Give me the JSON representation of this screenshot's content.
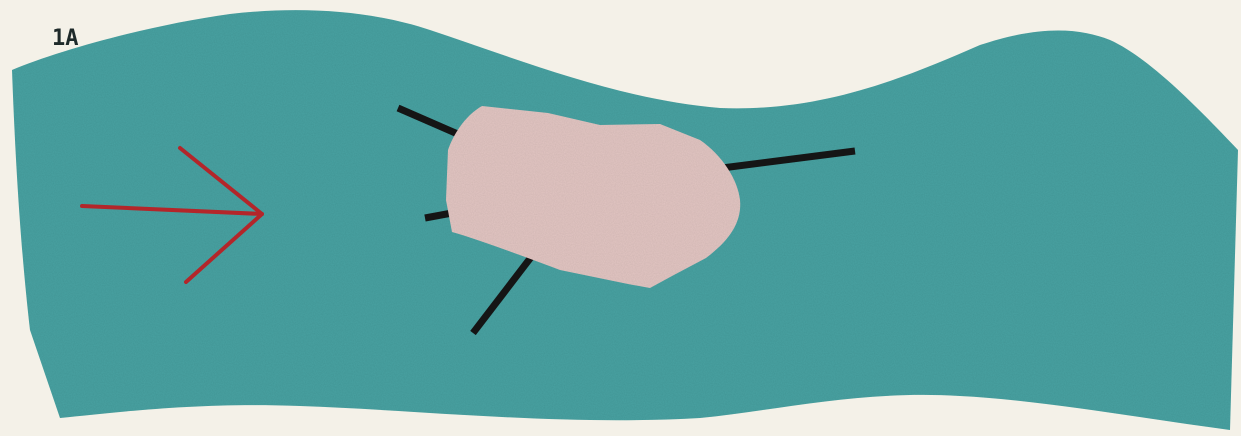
{
  "figure": {
    "label": "1A"
  },
  "colors": {
    "background": "#f4f1e8",
    "strip": "#4aa3a3",
    "blob": "#e3c6c3",
    "arrow": "#b3262a",
    "lines": "#151515"
  },
  "elements": {
    "arrow": "direction-arrow",
    "blob": "pink-blob",
    "strip": "teal-strip",
    "lines": "black-lines"
  }
}
